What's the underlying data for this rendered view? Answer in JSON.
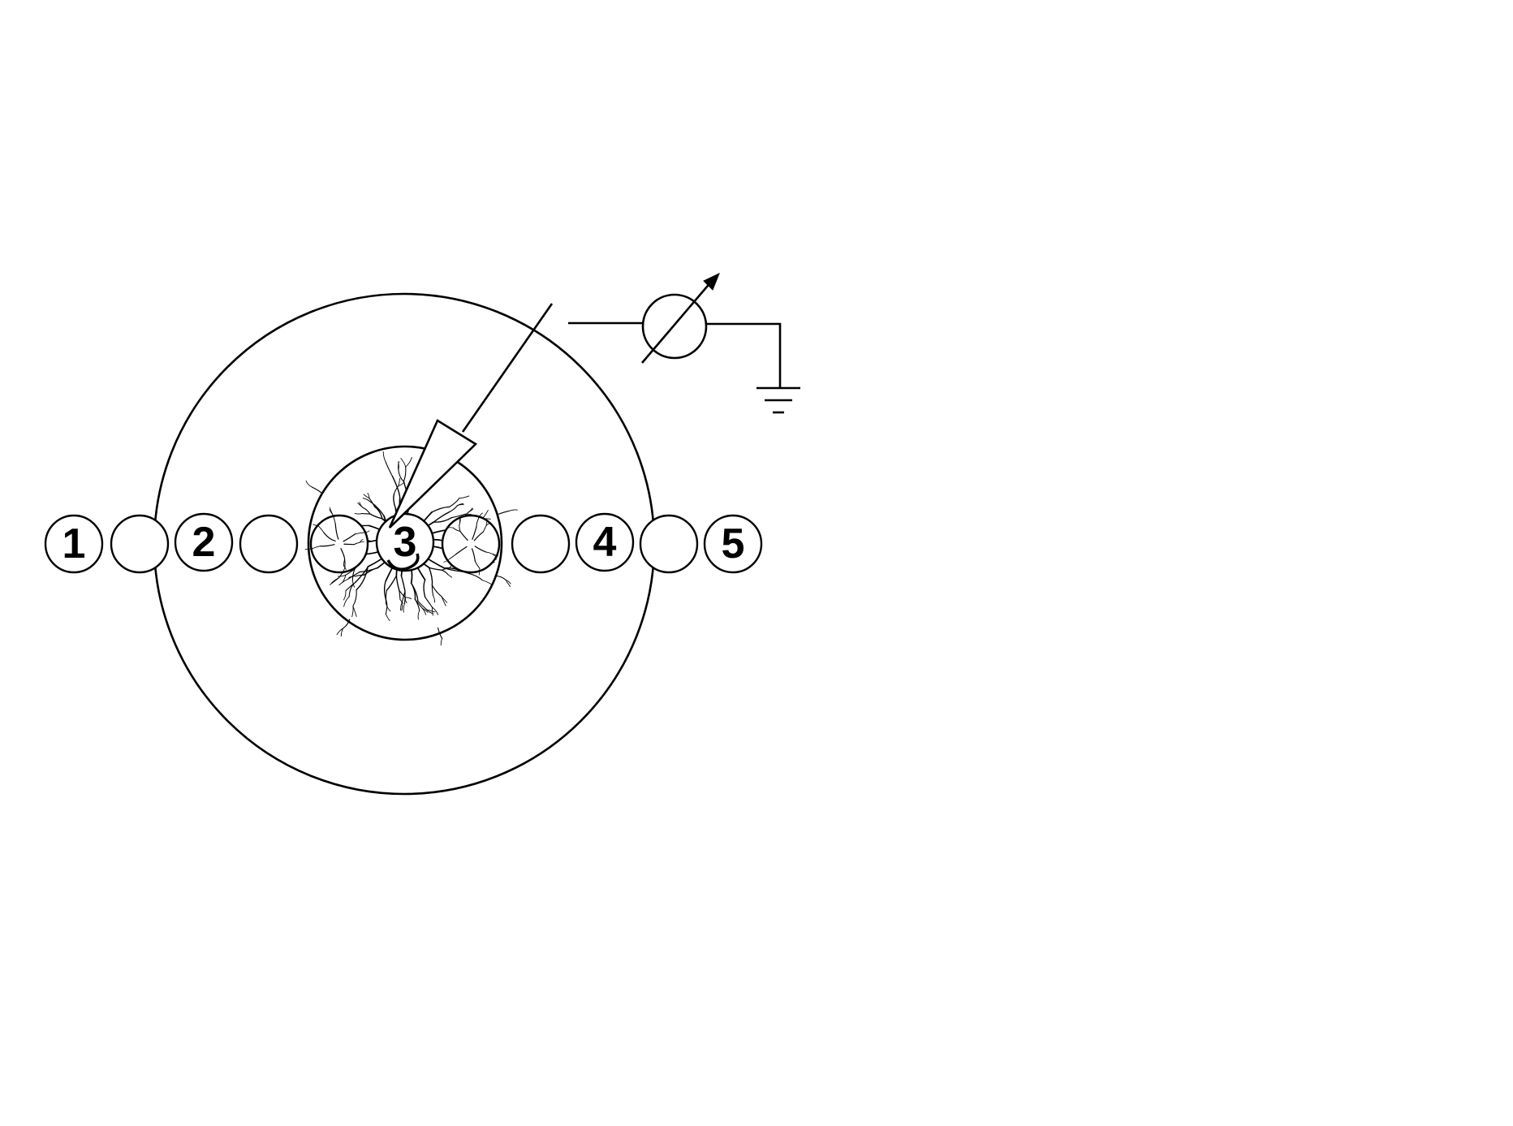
{
  "diagram": {
    "cell_labels": {
      "cell_1": "1",
      "cell_2": "2",
      "cell_3": "3",
      "cell_4": "4",
      "cell_5": "5"
    },
    "icons": [
      "variable-meter-icon",
      "ground-icon",
      "recording-electrode-icon"
    ],
    "colors": {
      "ink": "#000000",
      "background": "#ffffff"
    }
  }
}
